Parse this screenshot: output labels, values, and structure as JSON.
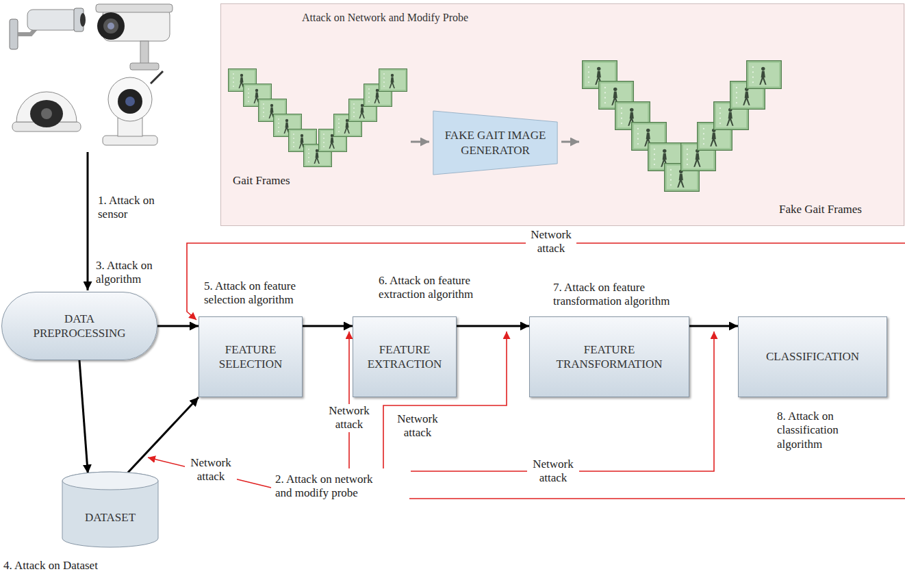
{
  "diagram": {
    "nodes": [
      {
        "text": [
          "Attack on Network and Modify Probe"
        ]
      },
      {
        "text": [
          "FAKE GAIT IMAGE GENERATOR"
        ],
        "in": 0
      },
      {
        "text": [
          "DATA PREPROCESSING"
        ]
      },
      {
        "text": [
          "FEATURE SELECTION"
        ]
      },
      {
        "text": [
          "FEATURE EXTRACTION"
        ]
      },
      {
        "text": [
          "FEATURE TRANSFORMATION"
        ]
      },
      {
        "text": [
          "CLASSIFICATION"
        ]
      },
      {
        "text": [
          "DATASET"
        ]
      }
    ],
    "edges": [
      {
        "from": 2,
        "to": 3,
        "arrow": "to"
      },
      {
        "from": 3,
        "to": 4,
        "arrow": "to"
      },
      {
        "from": 4,
        "to": 5,
        "arrow": "to"
      },
      {
        "from": 5,
        "to": 6,
        "arrow": "to"
      },
      {
        "from": 2,
        "to": 7,
        "arrow": "to"
      },
      {
        "from": 7,
        "to": 3,
        "arrow": "to"
      }
    ],
    "labels": [
      "Gait Frames",
      "Fake Gait Frames",
      "1. Attack on sensor",
      "3. Attack on algorithm",
      "Network attack",
      "5. Attack on feature selection algorithm",
      "6. Attack on feature extraction algorithm",
      "7. Attack on feature transformation algorithm",
      "Network attack",
      "Network attack",
      "8. Attack on classification algorithm",
      "Network attack",
      "2. Attack on network and modify probe",
      "Network attack",
      "4. Attack on Dataset"
    ]
  }
}
